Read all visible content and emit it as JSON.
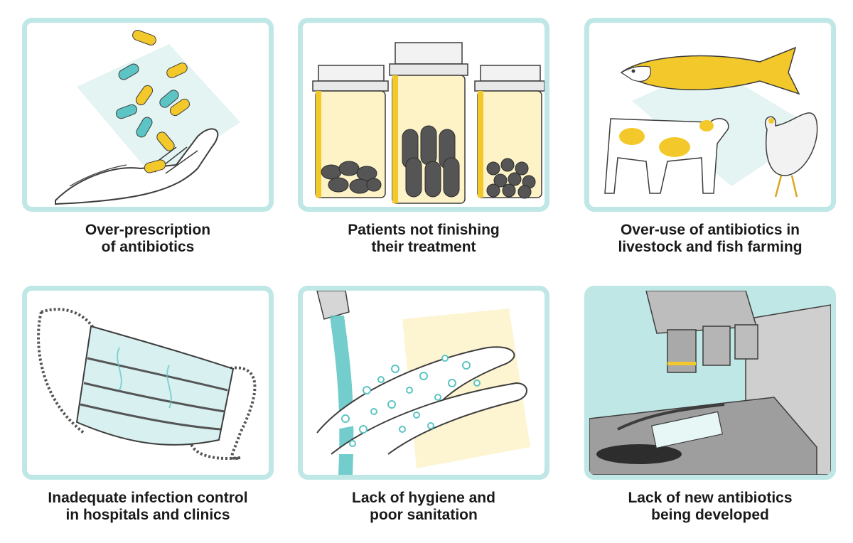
{
  "colors": {
    "frame": "#bfe7e5",
    "teal": "#5cc4c4",
    "teal_light": "#bfe7e5",
    "yellow": "#f3c82a",
    "yellow_light": "#fdf3c7",
    "ink": "#3d3d3d",
    "grey": "#9a9a9a"
  },
  "panels": [
    {
      "icon": "falling-pills-hand-icon",
      "caption": [
        "Over-prescription",
        "of antibiotics"
      ]
    },
    {
      "icon": "pill-bottles-icon",
      "caption": [
        "Patients not finishing",
        "their treatment"
      ]
    },
    {
      "icon": "fish-cow-chicken-icon",
      "caption": [
        "Over-use of antibiotics in",
        "livestock and fish farming"
      ]
    },
    {
      "icon": "surgical-mask-icon",
      "caption": [
        "Inadequate infection control",
        "in hospitals and clinics"
      ]
    },
    {
      "icon": "hand-washing-icon",
      "caption": [
        "Lack of hygiene and",
        "poor sanitation"
      ]
    },
    {
      "icon": "microscope-icon",
      "caption": [
        "Lack of new antibiotics",
        "being developed"
      ]
    }
  ]
}
